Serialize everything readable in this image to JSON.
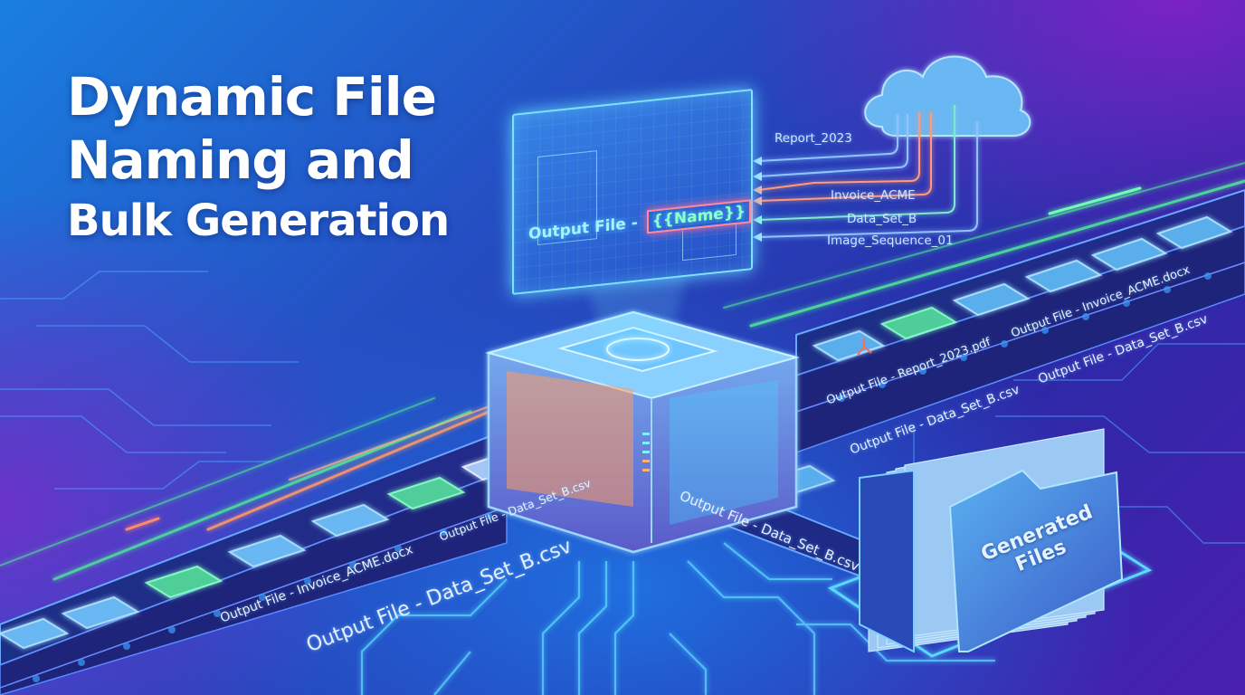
{
  "title": {
    "line1": "Dynamic File",
    "line2": "Naming and",
    "line3": "Bulk Generation"
  },
  "template_panel": {
    "prefix": "Output File - ",
    "placeholder": "{{Name}}"
  },
  "data_sources": {
    "icon": "cloud-icon",
    "items": [
      {
        "label": "Report_2023",
        "color": "#8fc4ff"
      },
      {
        "label": "Invoice_ACME",
        "color": "#ff9a7a"
      },
      {
        "label": "Data_Set_B",
        "color": "#7fe8d0"
      },
      {
        "label": "Image_Sequence_01",
        "color": "#8fc4ff"
      }
    ]
  },
  "processor": {
    "icon": "processing-cube-icon",
    "indicator_lights": [
      "#7ff0ff",
      "#7ff0ff",
      "#7ff0ff",
      "#ffb070",
      "#ffb070"
    ]
  },
  "conveyor_labels": {
    "front_left_upper_1": "Output File - Invoice_ACME.docx",
    "front_left_upper_2": "Output File - Data_Set_B.csv",
    "front_left_lower": "Output File - Data_Set_B.csv",
    "front_right": "Output File - Data_Set_B.csv",
    "back_upper_1": "Output File - Report_2023.pdf",
    "back_upper_2": "Output File - Invoice_ACME.docx",
    "back_lower_1": "Output File - Data_Set_B.csv",
    "back_lower_2": "Output File - Data_Set_B.csv"
  },
  "file_icons": [
    "document-icon",
    "document-icon",
    "spreadsheet-icon",
    "document-icon",
    "document-icon",
    "spreadsheet-icon",
    "document-icon",
    "document-icon",
    "pdf-icon",
    "spreadsheet-icon",
    "document-icon",
    "document-icon"
  ],
  "output_folder": {
    "icon": "folder-icon",
    "label_line1": "Generated",
    "label_line2": "Files"
  },
  "colors": {
    "accent_cyan": "#5fd0ff",
    "accent_green": "#5ff0a0",
    "accent_orange": "#ff9a6a",
    "accent_pink": "#ff6fa0",
    "bg_blue": "#2450c4",
    "bg_purple": "#7a22c4"
  }
}
